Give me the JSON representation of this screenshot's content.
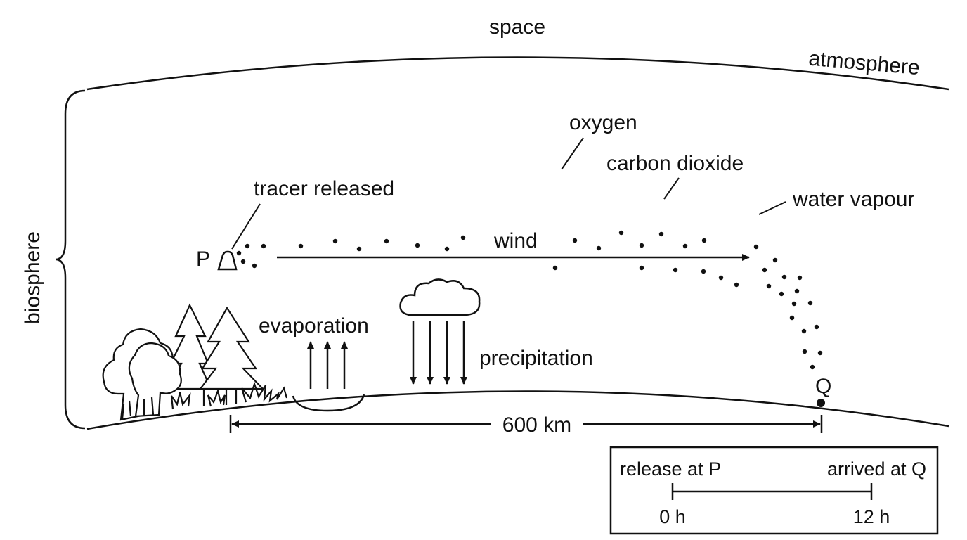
{
  "labels": {
    "space": "space",
    "atmosphere": "atmosphere",
    "biosphere": "biosphere",
    "oxygen": "oxygen",
    "carbon_dioxide": "carbon dioxide",
    "water_vapour": "water vapour",
    "tracer_released": "tracer released",
    "point_p": "P",
    "point_q": "Q",
    "wind": "wind",
    "evaporation": "evaporation",
    "precipitation": "precipitation",
    "distance": "600 km"
  },
  "timeline": {
    "start_label": "release at P",
    "end_label": "arrived at Q",
    "start_time": "0 h",
    "end_time": "12 h"
  },
  "colors": {
    "ink": "#111111",
    "background": "#ffffff"
  },
  "icons": [
    "tree-icon",
    "conifer-icon",
    "grass-icon",
    "cloud-icon",
    "tracer-canister-icon",
    "lake-icon"
  ]
}
